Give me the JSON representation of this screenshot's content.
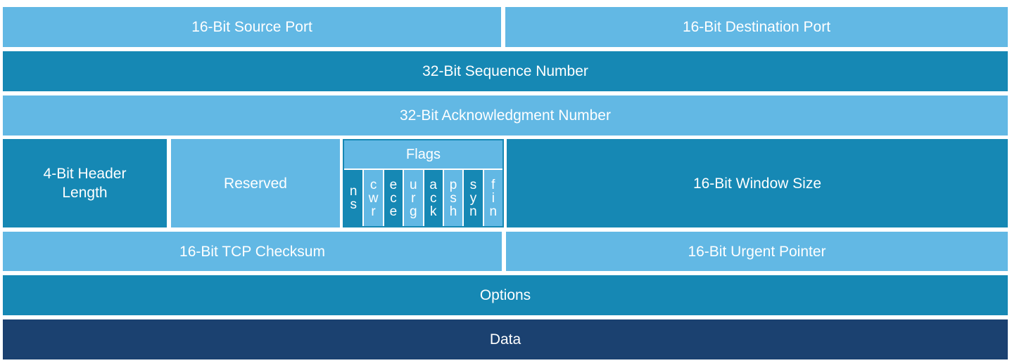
{
  "rows": {
    "source_port": "16-Bit Source Port",
    "destination_port": "16-Bit Destination Port",
    "sequence_number": "32-Bit Sequence Number",
    "ack_number": "32-Bit Acknowledgment Number",
    "header_length_line1": "4-Bit Header",
    "header_length_line2": "Length",
    "reserved": "Reserved",
    "flags_title": "Flags",
    "window_size": "16-Bit Window Size",
    "checksum": "16-Bit TCP Checksum",
    "urgent_pointer": "16-Bit Urgent Pointer",
    "options": "Options",
    "data": "Data"
  },
  "flags": [
    {
      "name": "ns",
      "letters": [
        "n",
        "s"
      ]
    },
    {
      "name": "cwr",
      "letters": [
        "c",
        "w",
        "r"
      ]
    },
    {
      "name": "ece",
      "letters": [
        "e",
        "c",
        "e"
      ]
    },
    {
      "name": "urg",
      "letters": [
        "u",
        "r",
        "g"
      ]
    },
    {
      "name": "ack",
      "letters": [
        "a",
        "c",
        "k"
      ]
    },
    {
      "name": "psh",
      "letters": [
        "p",
        "s",
        "h"
      ]
    },
    {
      "name": "syn",
      "letters": [
        "s",
        "y",
        "n"
      ]
    },
    {
      "name": "fin",
      "letters": [
        "f",
        "i",
        "n"
      ]
    }
  ],
  "colors": {
    "light": "#62b8e4",
    "mid": "#1688b4",
    "dark": "#1b4170"
  }
}
